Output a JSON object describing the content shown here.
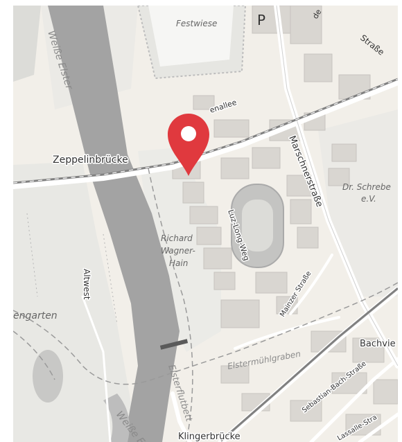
{
  "map": {
    "labels": {
      "festwiese": "Festwiese",
      "weisse_elster": "Weiße Elster",
      "weisse_elster_south": "Weiße E",
      "zeppelinbruecke": "Zeppelinbrücke",
      "marschnerstrasse": "Marschnerstraße",
      "luz_long_weg": "Luz-Long-Weg",
      "richard_wagner_hain": [
        "Richard",
        "Wagner-",
        "Hain"
      ],
      "altwest": "Altwest",
      "garten": "engarten",
      "dr_schreber": [
        "Dr. Schrebe",
        "e.V."
      ],
      "mainzer_strasse": "Mainzer Straße",
      "elstermuehlgraben": "Elstermühlgraben",
      "elsterflutbett": "Elsterflutbett",
      "bachviertel": "Bachvie",
      "sebastian_bach_strasse": "Sebastian-Bach-Straße",
      "lassalle_strasse": "Lassalle-Stra",
      "klingerbruecke": "Klingerbrücke",
      "allee": "enallee",
      "parking": "P",
      "north_edge": "de"
    },
    "colors": {
      "background": "#f2efe9",
      "water": "#a3a3a3",
      "building": "#d9d6d1",
      "road": "#ffffff",
      "railway": "#808080",
      "pin": "#e0393e"
    },
    "marker": {
      "name": "location-pin",
      "icon": "map-pin-icon"
    }
  }
}
